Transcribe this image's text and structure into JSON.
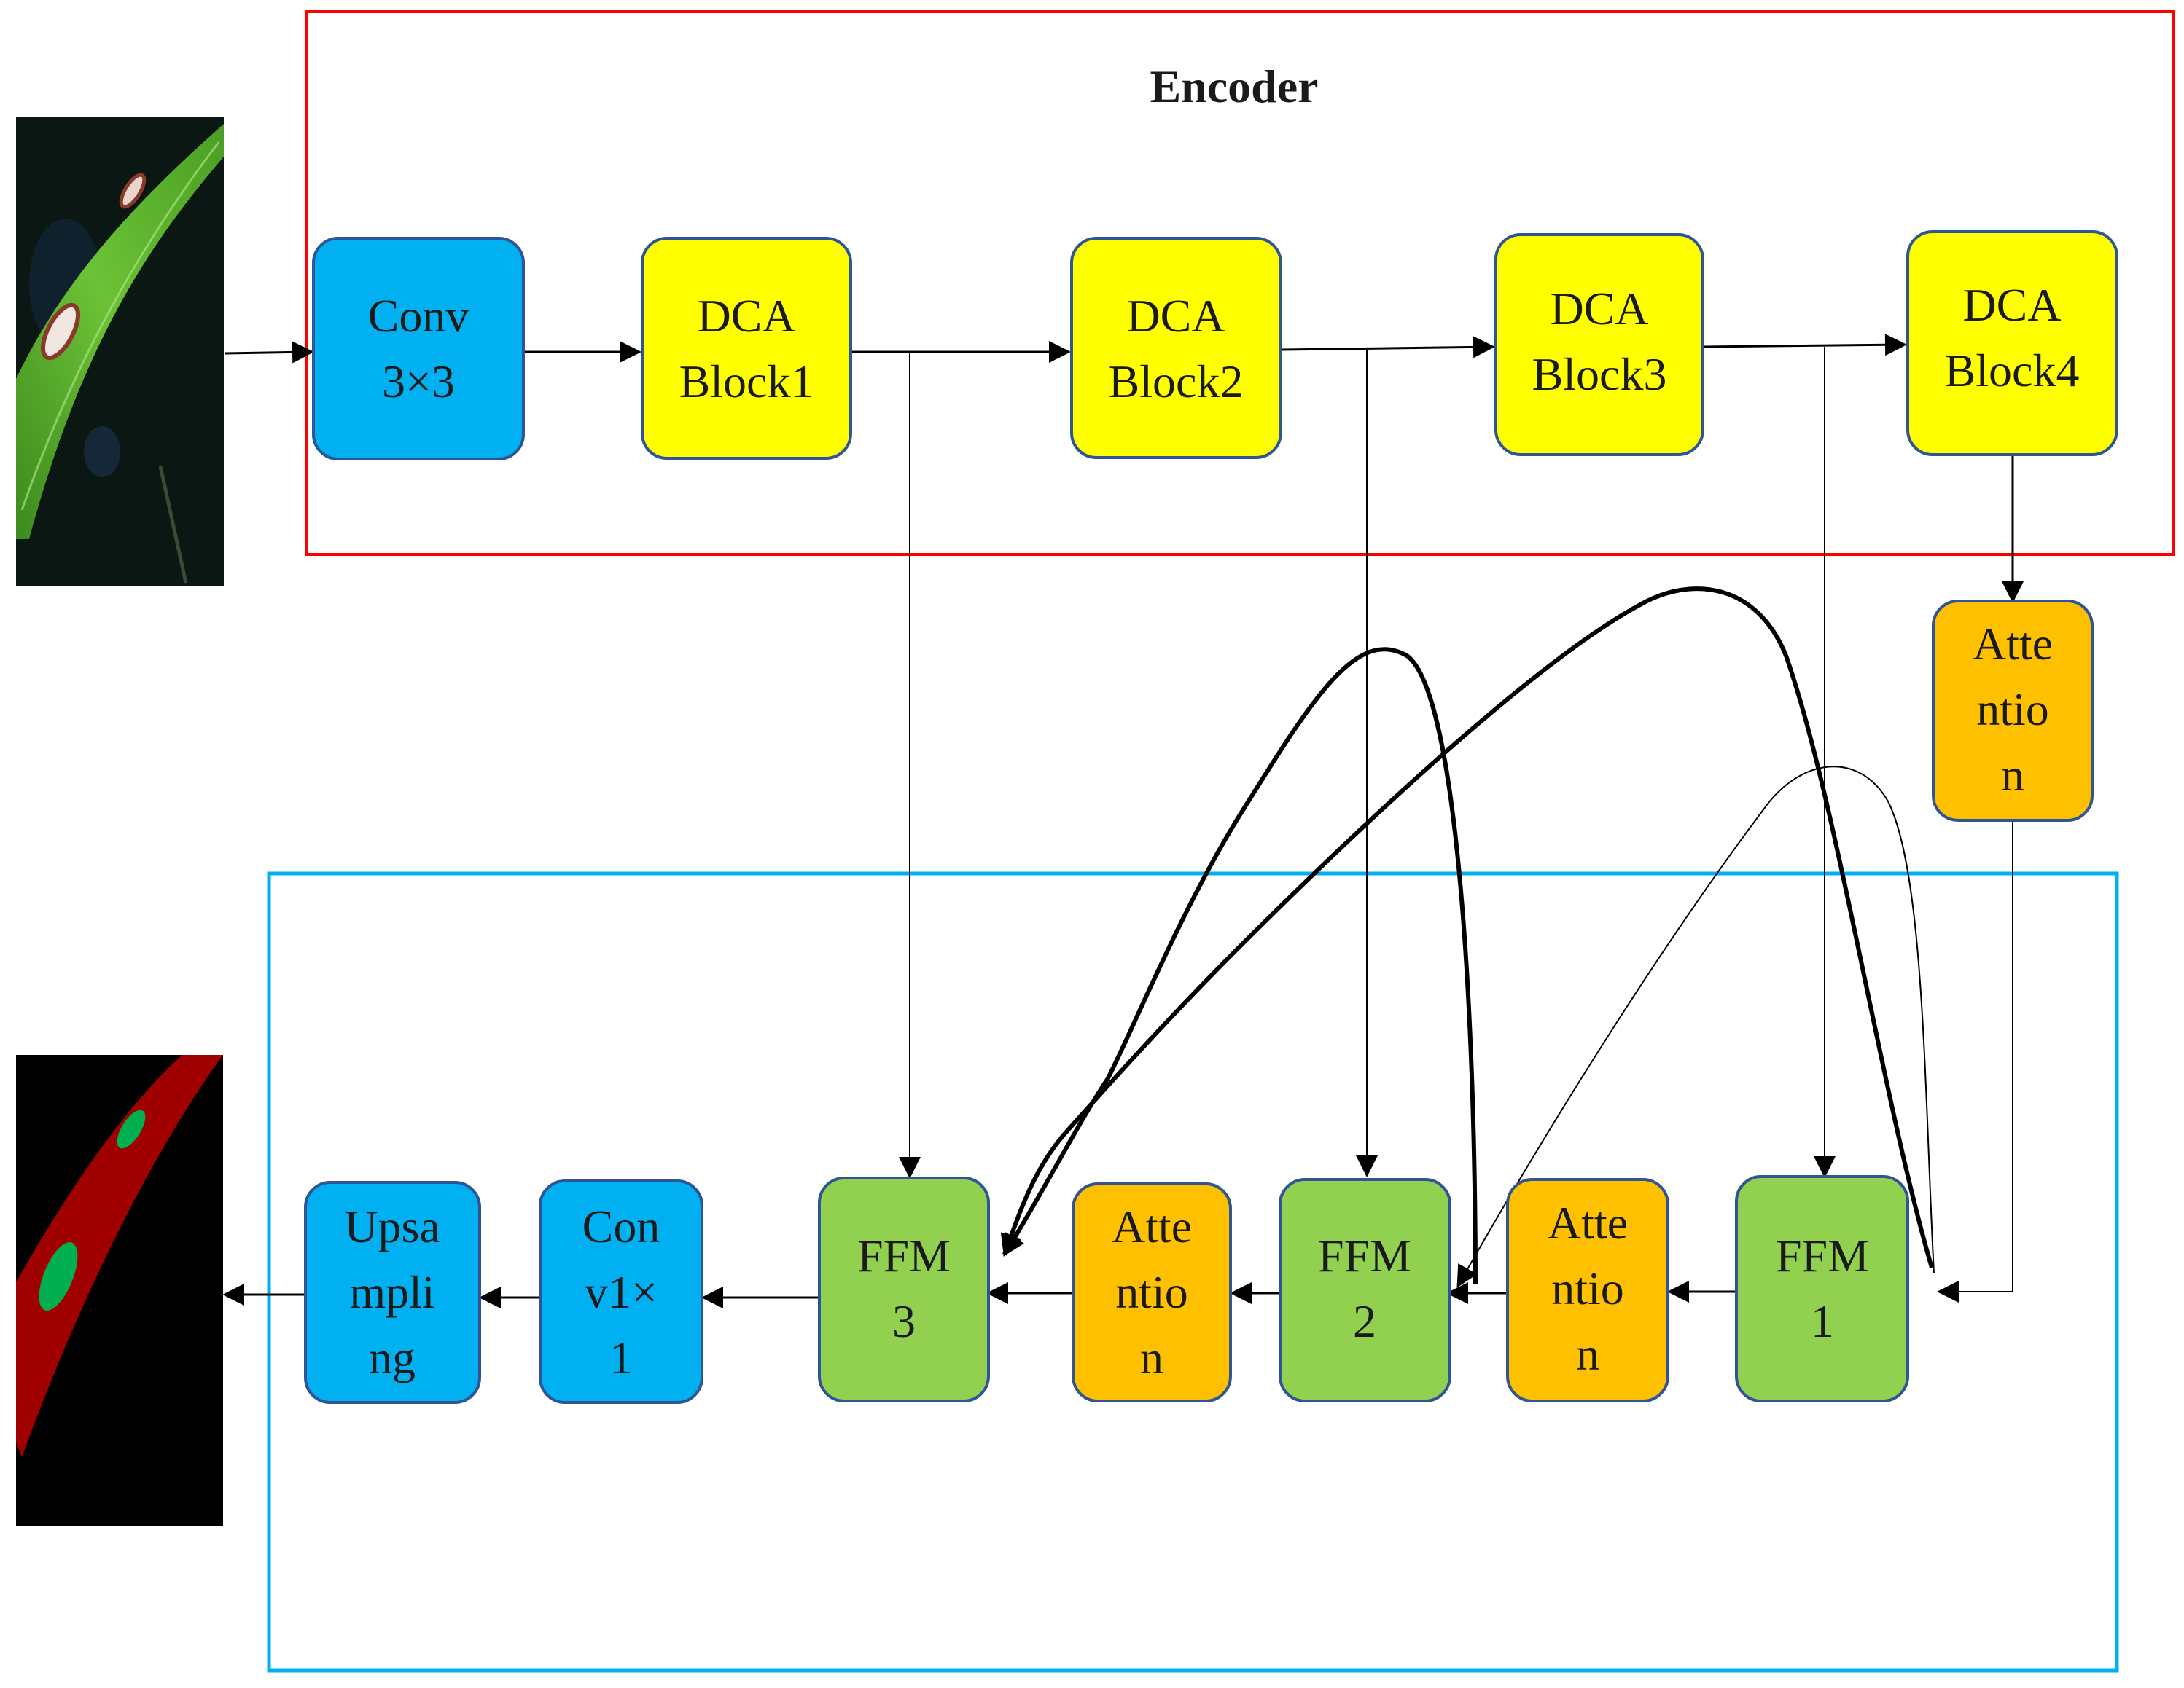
{
  "encoder": {
    "title": "Encoder"
  },
  "blocks": {
    "conv3": [
      "Conv",
      "3×3"
    ],
    "dca1": [
      "DCA",
      "Block1"
    ],
    "dca2": [
      "DCA",
      "Block2"
    ],
    "dca3": [
      "DCA",
      "Block3"
    ],
    "dca4": [
      "DCA",
      "Block4"
    ],
    "att_top": [
      "Atte",
      "ntio",
      "n"
    ],
    "ffm1": [
      "FFM",
      "1"
    ],
    "att_mid": [
      "Atte",
      "ntio",
      "n"
    ],
    "ffm2": [
      "FFM",
      "2"
    ],
    "att_low": [
      "Atte",
      "ntio",
      "n"
    ],
    "ffm3": [
      "FFM",
      "3"
    ],
    "conv1": [
      "Con",
      "v1×",
      "1"
    ],
    "upsampling": [
      "Upsa",
      "mpli",
      "ng"
    ]
  },
  "colors": {
    "blue_block": "#00b0f0",
    "yellow_block": "#ffff00",
    "orange_block": "#ffc000",
    "green_block": "#92d050",
    "block_border": "#2f5597",
    "encoder_frame": "#ff0000",
    "decoder_frame": "#00b0f0",
    "mask_background": "#000000",
    "mask_leaf": "#a00000",
    "mask_lesion": "#00b050"
  },
  "images": {
    "input": "leaf-photo",
    "output": "segmentation-mask"
  }
}
